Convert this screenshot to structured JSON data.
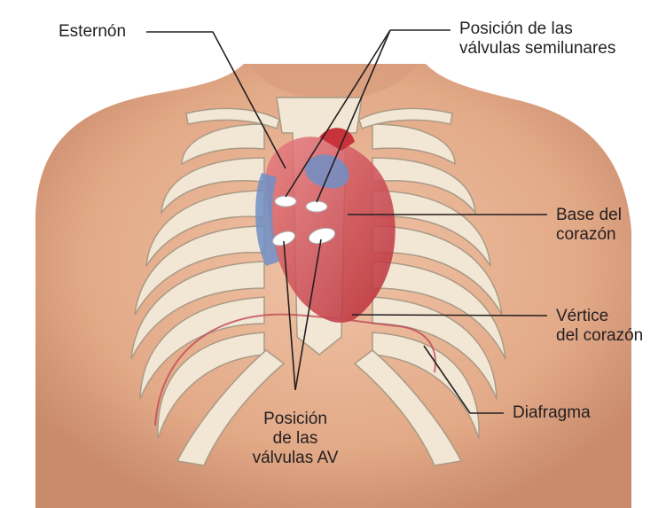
{
  "figure": {
    "labels": {
      "esternon": "Esternón",
      "semilunares_line1": "Posición de las",
      "semilunares_line2": "válvulas semilunares",
      "base_line1": "Base del",
      "base_line2": "corazón",
      "vertice_line1": "Vértice",
      "vertice_line2": "del corazón",
      "diafragma": "Diafragma",
      "av_line1": "Posición",
      "av_line2": "de las",
      "av_line3": "válvulas AV"
    },
    "colors": {
      "skin": "#e7b295",
      "skin_shadow": "#c98b6c",
      "bone": "#f2e6d4",
      "bone_outline": "#a99a86",
      "heart_red": "#c8323a",
      "heart_blue": "#6f8fc6",
      "valve": "#ffffff",
      "leader_line": "#231f20"
    }
  }
}
